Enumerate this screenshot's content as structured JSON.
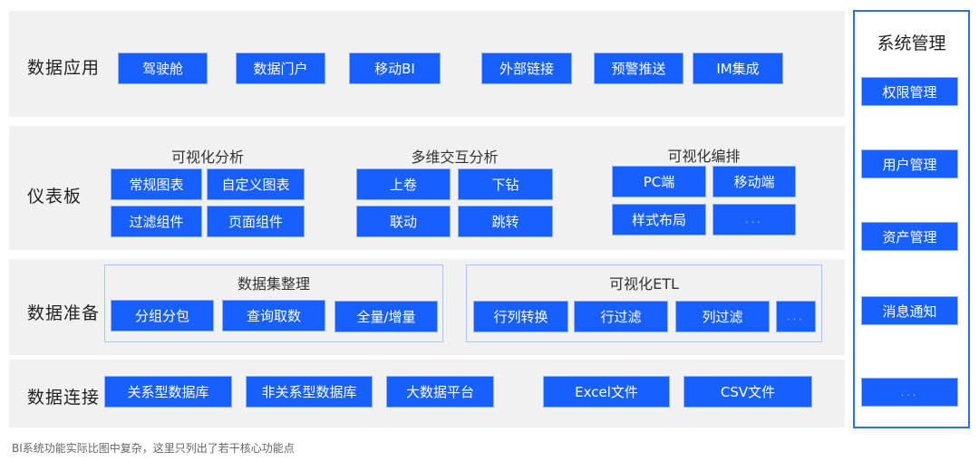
{
  "layers": {
    "app": {
      "label": "数据应用",
      "items": [
        "驾驶舱",
        "数据门户",
        "移动BI",
        "外部链接",
        "预警推送",
        "IM集成"
      ]
    },
    "dashboard": {
      "label": "仪表板",
      "groups": [
        {
          "title": "可视化分析",
          "items": [
            "常规图表",
            "自定义图表",
            "过滤组件",
            "页面组件"
          ]
        },
        {
          "title": "多维交互分析",
          "items": [
            "上卷",
            "下钻",
            "联动",
            "跳转"
          ]
        },
        {
          "title": "可视化编排",
          "items": [
            "PC端",
            "移动端",
            "样式布局",
            "..."
          ]
        }
      ]
    },
    "prep": {
      "label": "数据准备",
      "groups": [
        {
          "title": "数据集整理",
          "items": [
            "分组分包",
            "查询取数",
            "全量/增量"
          ]
        },
        {
          "title": "可视化ETL",
          "items": [
            "行列转换",
            "行过滤",
            "列过滤",
            "..."
          ]
        }
      ]
    },
    "connect": {
      "label": "数据连接",
      "items": [
        "关系型数据库",
        "非关系型数据库",
        "大数据平台",
        "Excel文件",
        "CSV文件"
      ]
    }
  },
  "sidebar": {
    "title": "系统管理",
    "items": [
      "权限管理",
      "用户管理",
      "资产管理",
      "消息通知",
      "..."
    ]
  },
  "footnote": "BI系统功能实际比图中复杂，这里只列出了若干核心功能点",
  "colors": {
    "button": "#175fff",
    "panel": "#f1f1f1",
    "sidebar_border": "#2f6df0",
    "group_border": "#a9c4f5"
  }
}
